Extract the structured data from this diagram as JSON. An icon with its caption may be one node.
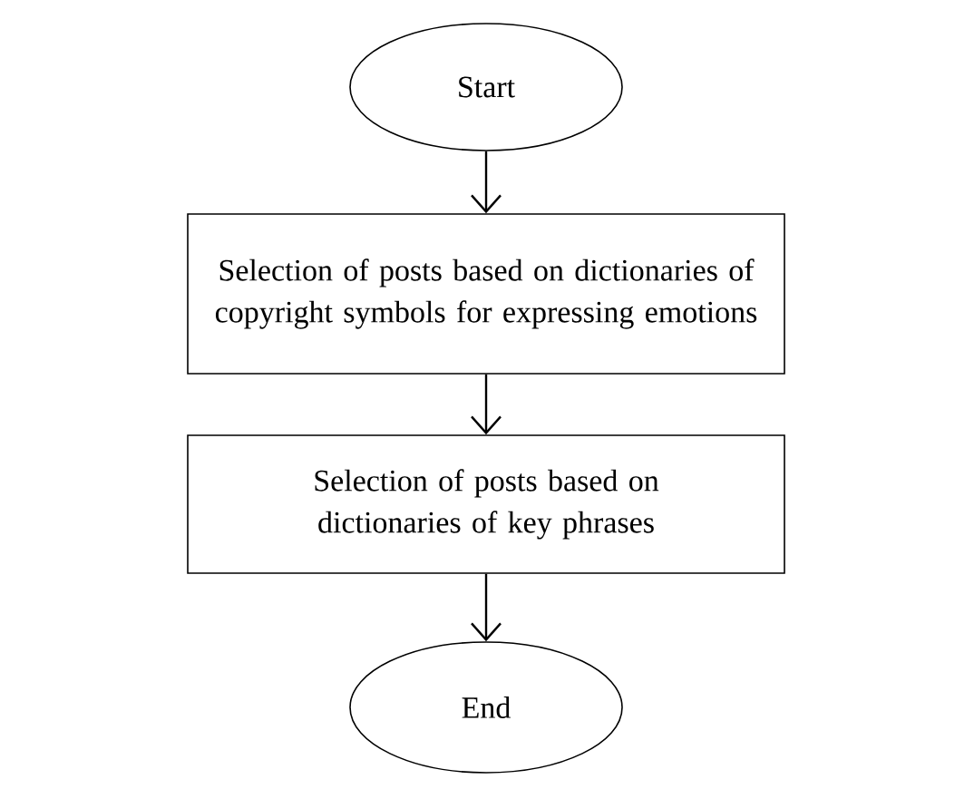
{
  "diagram": {
    "nodes": [
      {
        "text": [
          "Start"
        ]
      },
      {
        "text": [
          "Selection of posts based on dictionaries of copyright symbols for expressing emotions"
        ]
      },
      {
        "text": [
          "Selection of posts based on dictionaries of key phrases"
        ]
      },
      {
        "text": [
          "End"
        ]
      }
    ],
    "edges": [
      {
        "from": 0,
        "to": 1,
        "arrow": "to"
      },
      {
        "from": 1,
        "to": 2,
        "arrow": "to"
      },
      {
        "from": 2,
        "to": 3,
        "arrow": "to"
      }
    ]
  }
}
